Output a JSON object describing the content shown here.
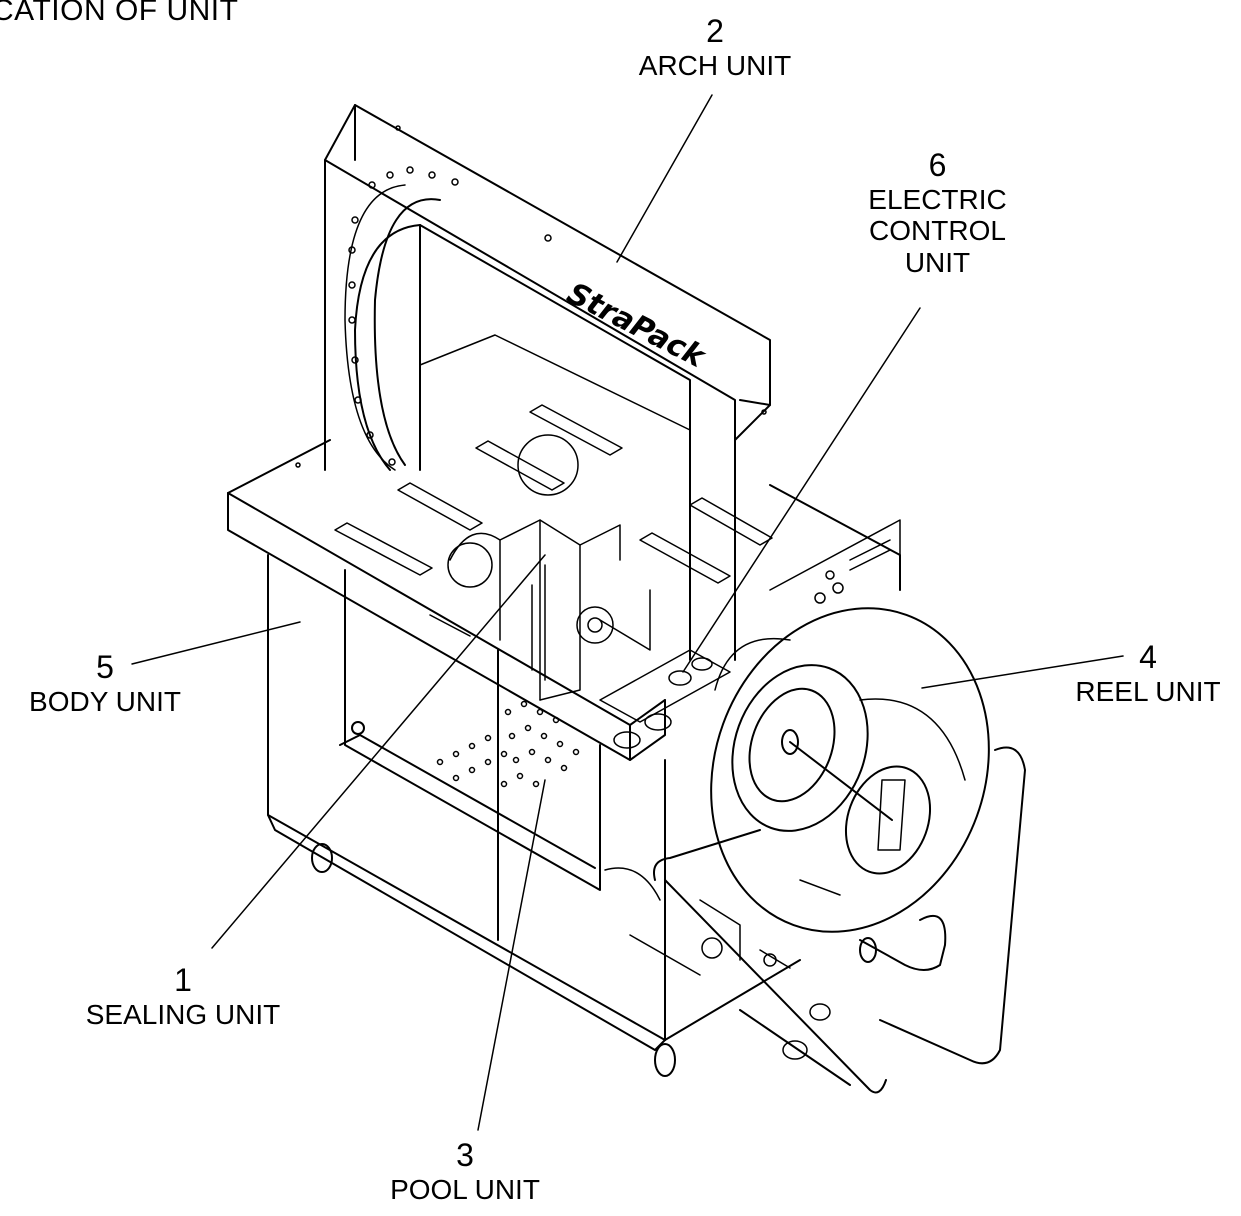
{
  "title": "CATION OF UNIT",
  "brand": "StraPack",
  "callouts": [
    {
      "number": "2",
      "name": "ARCH UNIT"
    },
    {
      "number": "6",
      "name": "ELECTRIC CONTROL UNIT"
    },
    {
      "number": "5",
      "name": "BODY UNIT"
    },
    {
      "number": "4",
      "name": "REEL UNIT"
    },
    {
      "number": "1",
      "name": "SEALING UNIT"
    },
    {
      "number": "3",
      "name": "POOL UNIT"
    }
  ]
}
